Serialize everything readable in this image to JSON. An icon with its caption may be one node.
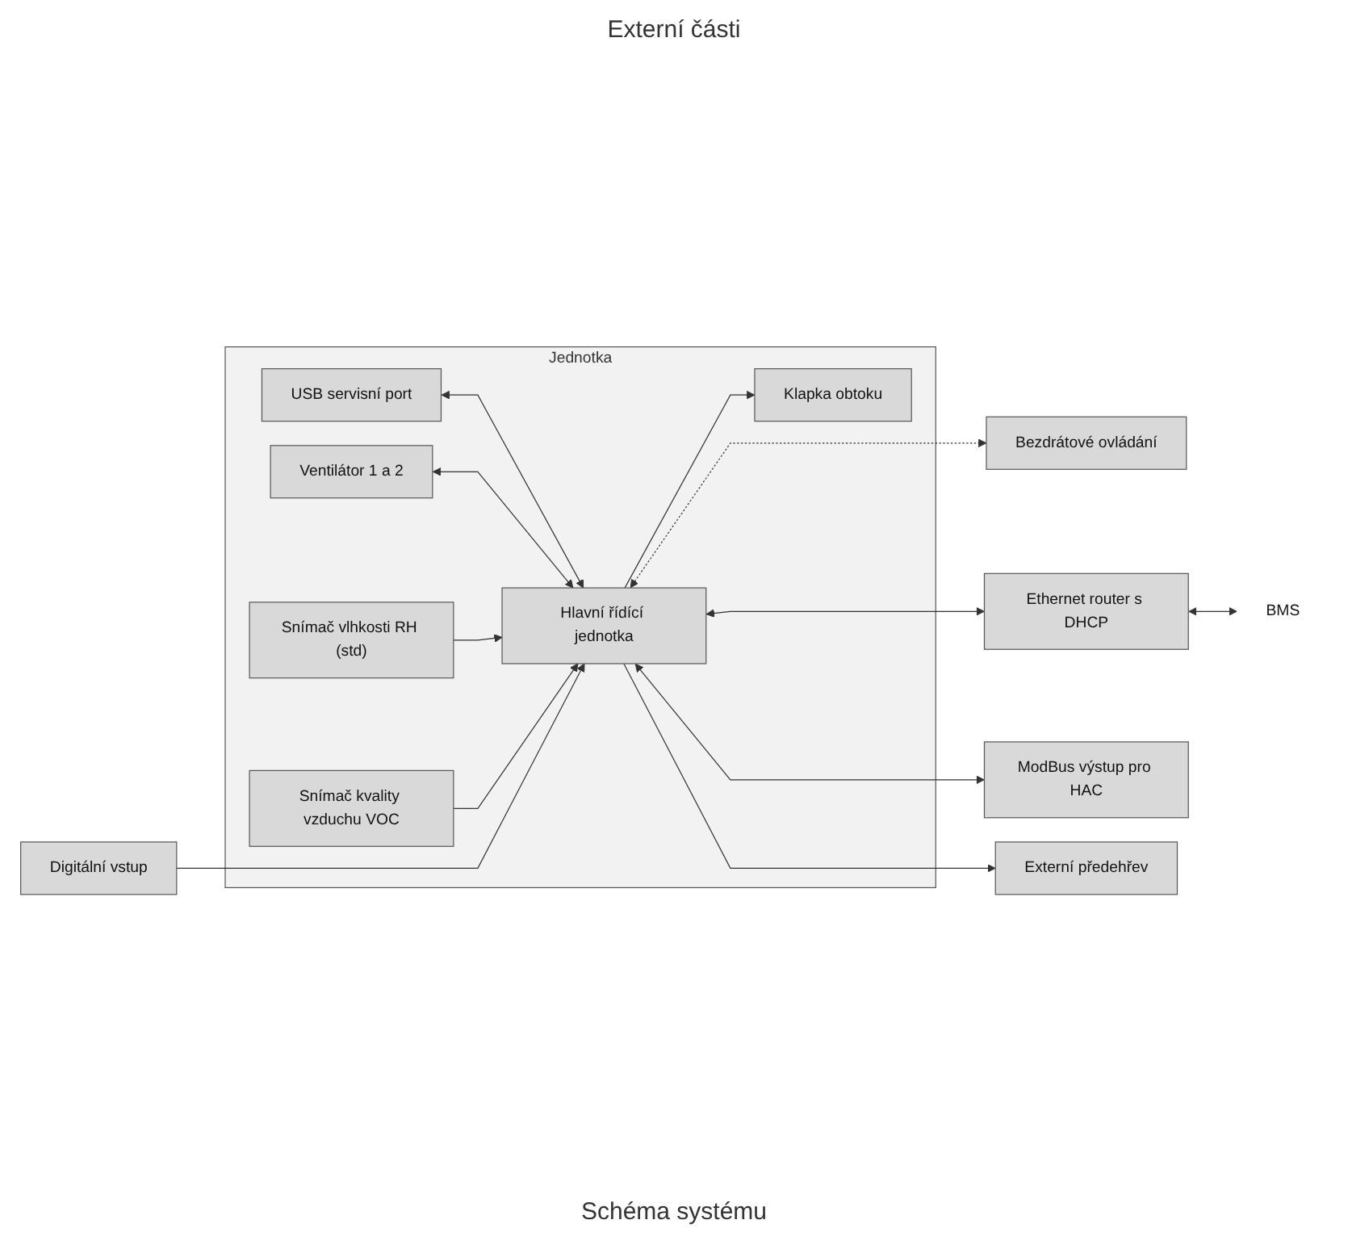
{
  "diagram": {
    "caption": "Schéma systému",
    "nodes": [
      {
        "text": [
          "Jednotka"
        ]
      },
      {
        "text": [
          "USB servisní port"
        ],
        "in": 0
      },
      {
        "text": [
          "Ventilátor 1 a 2"
        ],
        "in": 0
      },
      {
        "text": [
          "Snímač vlhkosti RH (std)"
        ],
        "in": 0
      },
      {
        "text": [
          "Snímač kvality vzduchu VOC"
        ],
        "in": 0
      },
      {
        "text": [
          "Klapka obtoku"
        ],
        "in": 0
      },
      {
        "text": [
          "Hlavní řídící jednotka"
        ],
        "in": 0
      },
      {
        "text": [
          "Bezdrátové ovládání"
        ]
      },
      {
        "text": [
          "Ethernet router s DHCP"
        ]
      },
      {
        "text": [
          "ModBus výstup pro HAC"
        ]
      },
      {
        "text": [
          "Digitální vstup"
        ]
      },
      {
        "text": [
          "Externí předehřev"
        ]
      },
      {
        "text": [
          "BMS"
        ]
      }
    ],
    "edges": [
      {
        "from": 1,
        "to": 6,
        "arrow": "both"
      },
      {
        "from": 2,
        "to": 6,
        "arrow": "both"
      },
      {
        "from": 3,
        "to": 6,
        "arrow": "to"
      },
      {
        "from": 4,
        "to": 6,
        "arrow": "to"
      },
      {
        "from": 6,
        "to": 5,
        "arrow": "to"
      },
      {
        "from": 6,
        "to": 7,
        "arrow": "both",
        "style": "dashed"
      },
      {
        "from": 6,
        "to": 8,
        "arrow": "both"
      },
      {
        "from": 8,
        "to": 12,
        "arrow": "both"
      },
      {
        "from": 6,
        "to": 9,
        "arrow": "both"
      },
      {
        "from": 10,
        "to": 6,
        "arrow": "to"
      },
      {
        "from": 6,
        "to": 11,
        "arrow": "to"
      }
    ],
    "labels": [
      "Externí části"
    ]
  }
}
